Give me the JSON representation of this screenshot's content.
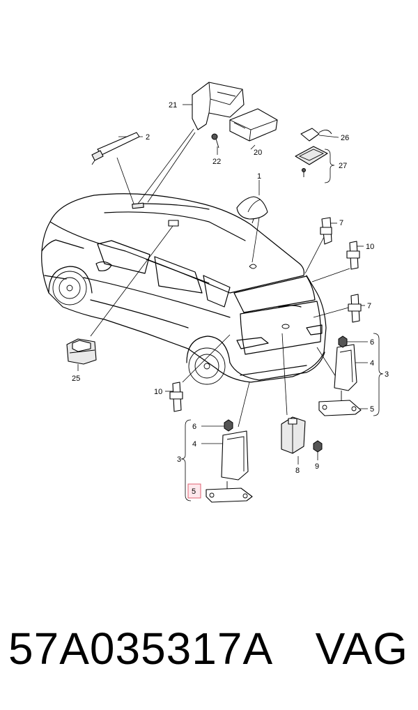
{
  "diagram": {
    "callouts": {
      "c1": "1",
      "c2": "2",
      "c3_right": "3",
      "c3_left": "3",
      "c4_right": "4",
      "c4_left": "4",
      "c5_right": "5",
      "c5_left": "5",
      "c6_right": "6",
      "c6_left": "6",
      "c7_top": "7",
      "c7_bottom": "7",
      "c8": "8",
      "c9": "9",
      "c10_right": "10",
      "c10_left": "10",
      "c20": "20",
      "c21": "21",
      "c22": "22",
      "c25": "25",
      "c26": "26",
      "c27": "27"
    },
    "highlight_color": "#e06070"
  },
  "footer": {
    "part_number": "57A035317A",
    "brand": "VAG"
  }
}
